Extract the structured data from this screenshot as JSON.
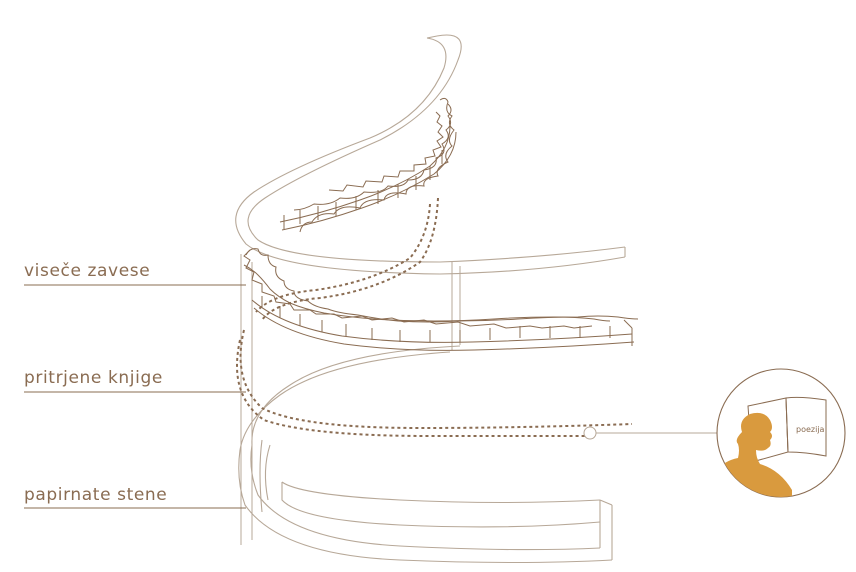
{
  "labels": {
    "curtains": "viseče zavese",
    "books": "pritrjene knjige",
    "walls": "papirnate stene"
  },
  "inset": {
    "book_text": "poezija"
  },
  "colors": {
    "line": "#8a6c52",
    "outline": "#b7a898",
    "accent": "#d99a3e",
    "background": "#ffffff"
  }
}
